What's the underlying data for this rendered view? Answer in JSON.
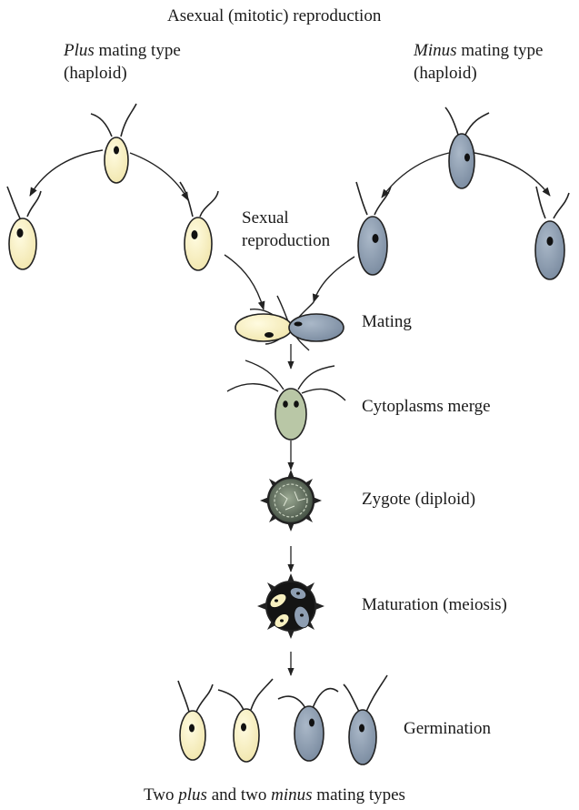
{
  "labels": {
    "asexual": "Asexual (mitotic) reproduction",
    "plus_word": "Plus",
    "plus_rest": " mating type",
    "plus_ploidy": "(haploid)",
    "minus_word": "Minus",
    "minus_rest": " mating type",
    "minus_ploidy": "(haploid)",
    "sexual_1": "Sexual",
    "sexual_2": "reproduction",
    "mating": "Mating",
    "cytoplasms": "Cytoplasms merge",
    "zygote": "Zygote (diploid)",
    "maturation": "Maturation (meiosis)",
    "germination": "Germination",
    "bottom_1": "Two ",
    "bottom_plus": "plus",
    "bottom_2": " and two ",
    "bottom_minus": "minus",
    "bottom_3": " mating types"
  },
  "colors": {
    "plus_cell": "#f8f0c0",
    "minus_cell": "#8e9eb2",
    "merged_cell": "#b8c8a8",
    "zygote": "#556355",
    "maturation": "#141414",
    "outline": "#222222"
  }
}
